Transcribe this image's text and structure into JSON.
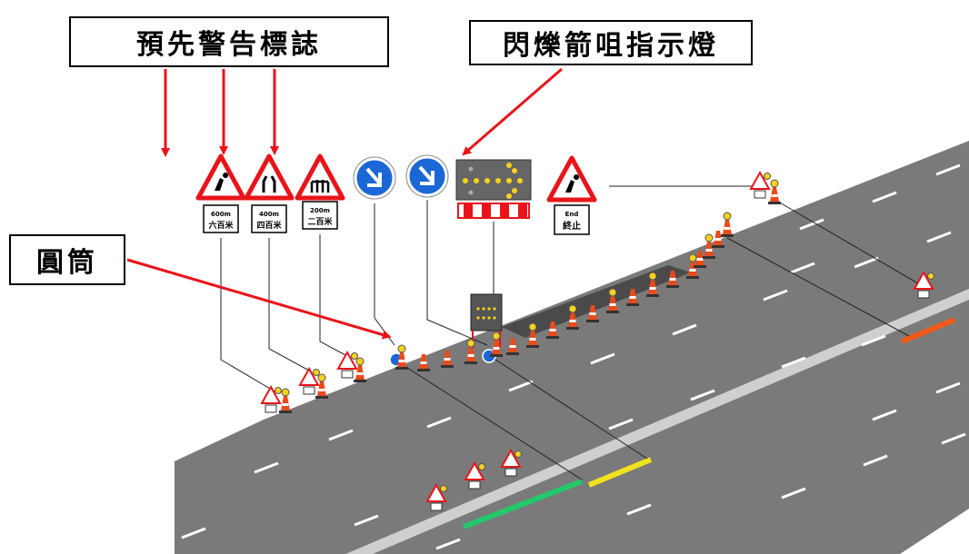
{
  "labels": {
    "advance_warning_signs": "預先警告標誌",
    "flashing_arrow_board": "閃爍箭咀指示燈",
    "traffic_cone": "圓筒"
  },
  "signs": {
    "sign1_distance": "600m",
    "sign1_chinese": "六百米",
    "sign2_distance": "400m",
    "sign2_chinese": "四百米",
    "sign3_distance": "200m",
    "sign3_chinese": "二百米",
    "end_en": "End",
    "end_zh": "終止"
  },
  "colors": {
    "arrow_red": "#e8141a",
    "road_grey": "#7a7a7a",
    "road_side": "#a6a6a6",
    "sign_blue": "#1b67d6",
    "cone_orange": "#e84b1c",
    "green_line": "#22c96a",
    "yellow_line": "#f0e21e",
    "orange_line": "#f15a1a"
  }
}
